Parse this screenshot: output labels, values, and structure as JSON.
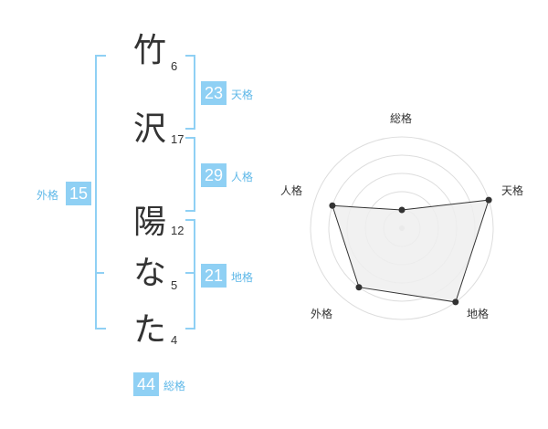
{
  "name": {
    "chars": [
      {
        "char": "竹",
        "strokes": "6"
      },
      {
        "char": "沢",
        "strokes": "17"
      },
      {
        "char": "陽",
        "strokes": "12"
      },
      {
        "char": "な",
        "strokes": "5"
      },
      {
        "char": "た",
        "strokes": "4"
      }
    ]
  },
  "scores": {
    "tenkaku": {
      "value": "23",
      "label": "天格"
    },
    "jinkaku": {
      "value": "29",
      "label": "人格"
    },
    "chikaku": {
      "value": "21",
      "label": "地格"
    },
    "gaikaku": {
      "value": "15",
      "label": "外格"
    },
    "soukaku": {
      "value": "44",
      "label": "総格"
    }
  },
  "chart_data": {
    "type": "radar",
    "axes": [
      "総格",
      "天格",
      "地格",
      "外格",
      "人格"
    ],
    "values": [
      1,
      5,
      5,
      4,
      4
    ],
    "range": [
      0,
      5
    ],
    "rings": 5,
    "colors": {
      "fill": "#eeeeee",
      "line": "#333333",
      "grid": "#dddddd",
      "point": "#333333",
      "accent": "#8fd0f4"
    }
  }
}
